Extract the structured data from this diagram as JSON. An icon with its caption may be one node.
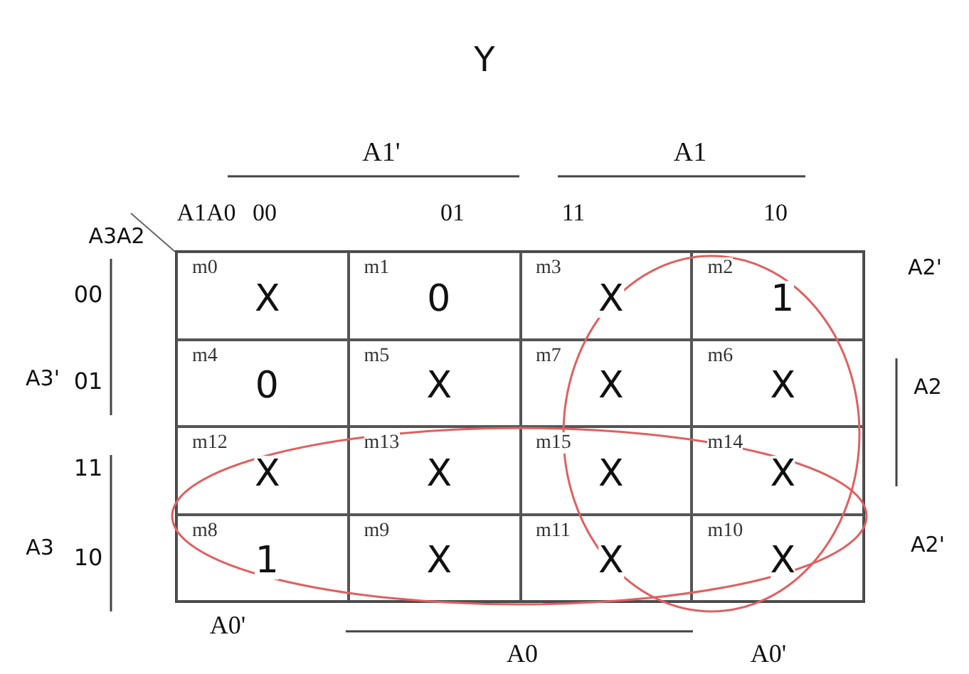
{
  "diagram": {
    "title": "Y",
    "nodes": [
      {
        "text": [
          "m0",
          "X"
        ]
      },
      {
        "text": [
          "m1",
          "0"
        ]
      },
      {
        "text": [
          "m3",
          "X"
        ]
      },
      {
        "text": [
          "m2",
          "1"
        ]
      },
      {
        "text": [
          "m4",
          "0"
        ]
      },
      {
        "text": [
          "m5",
          "X"
        ]
      },
      {
        "text": [
          "m7",
          "X"
        ]
      },
      {
        "text": [
          "m6",
          "X"
        ]
      },
      {
        "text": [
          "m12",
          "X"
        ]
      },
      {
        "text": [
          "m13",
          "X"
        ]
      },
      {
        "text": [
          "m15",
          "X"
        ]
      },
      {
        "text": [
          "m14",
          "X"
        ]
      },
      {
        "text": [
          "m8",
          "1"
        ]
      },
      {
        "text": [
          "m9",
          "X"
        ]
      },
      {
        "text": [
          "m11",
          "X"
        ]
      },
      {
        "text": [
          "m10",
          "X"
        ]
      }
    ],
    "labels": [
      "A1'",
      "A1",
      "A1A0",
      "00",
      "01",
      "11",
      "10",
      "A3A2",
      "A2'",
      "00",
      "A3'",
      "01",
      "A2",
      "11",
      "A3",
      "10",
      "A2'",
      "A0'",
      "A0",
      "A0'"
    ]
  }
}
